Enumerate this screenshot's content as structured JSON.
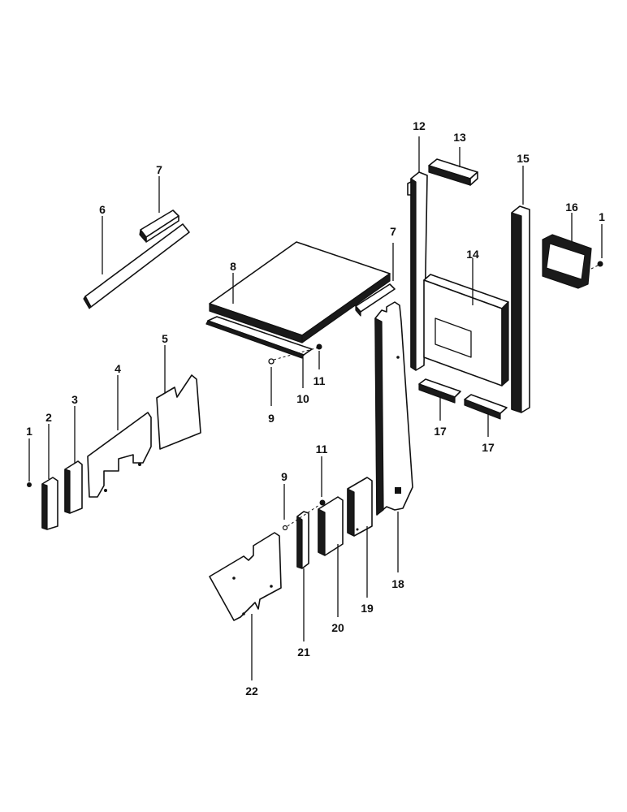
{
  "diagram": {
    "labels": {
      "p1a": "1",
      "p1b": "1",
      "p2": "2",
      "p3": "3",
      "p4": "4",
      "p5": "5",
      "p6": "6",
      "p7a": "7",
      "p7b": "7",
      "p8": "8",
      "p9a": "9",
      "p9b": "9",
      "p10": "10",
      "p11a": "11",
      "p11b": "11",
      "p12": "12",
      "p13": "13",
      "p14": "14",
      "p15": "15",
      "p16": "16",
      "p17a": "17",
      "p17b": "17",
      "p18": "18",
      "p19": "19",
      "p20": "20",
      "p21": "21",
      "p22": "22"
    }
  }
}
